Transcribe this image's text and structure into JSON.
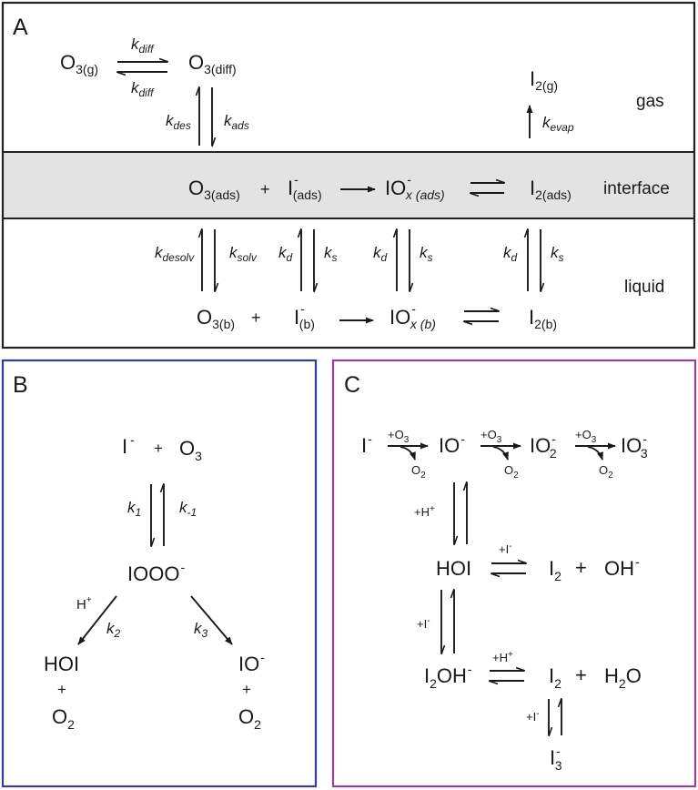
{
  "panels": {
    "A": {
      "letter": "A",
      "phases": {
        "gas": "gas",
        "interface": "interface",
        "liquid": "liquid"
      },
      "colors": {
        "border": "#222222",
        "interface_band": "#e3e3e3"
      },
      "species": {
        "o3_g": {
          "base": "O",
          "sub": "3(g)"
        },
        "o3_diff": {
          "base": "O",
          "sub": "3(diff)"
        },
        "i2_g": {
          "base": "I",
          "sub": "2(g)"
        },
        "o3_ads": {
          "base": "O",
          "sub": "3(ads)"
        },
        "i_ads": {
          "base": "I",
          "sup": "-",
          "sub": "(ads)"
        },
        "iox_ads": {
          "base": "IO",
          "sup": "-",
          "sub": "x (ads)"
        },
        "i2_ads": {
          "base": "I",
          "sub": "2(ads)"
        },
        "o3_b": {
          "base": "O",
          "sub": "3(b)"
        },
        "i_b": {
          "base": "I",
          "sup": "-",
          "sub": "(b)"
        },
        "iox_b": {
          "base": "IO",
          "sup": "-",
          "sub": "x (b)"
        },
        "i2_b": {
          "base": "I",
          "sub": "2(b)"
        }
      },
      "plus": "+",
      "rates": {
        "k_diff_fwd": {
          "base": "k",
          "sub": "diff"
        },
        "k_diff_rev": {
          "base": "k",
          "sub": "diff"
        },
        "k_des": {
          "base": "k",
          "sub": "des"
        },
        "k_ads": {
          "base": "k",
          "sub": "ads"
        },
        "k_evap": {
          "base": "k",
          "sub": "evap"
        },
        "k_desolv": {
          "base": "k",
          "sub": "desolv"
        },
        "k_solv": {
          "base": "k",
          "sub": "solv"
        },
        "k_d1": {
          "base": "k",
          "sub": "d"
        },
        "k_s1": {
          "base": "k",
          "sub": "s"
        },
        "k_d2": {
          "base": "k",
          "sub": "d"
        },
        "k_s2": {
          "base": "k",
          "sub": "s"
        },
        "k_d3": {
          "base": "k",
          "sub": "d"
        },
        "k_s3": {
          "base": "k",
          "sub": "s"
        }
      }
    },
    "B": {
      "letter": "B",
      "colors": {
        "border": "#3b3b8f"
      },
      "species": {
        "iodide": {
          "base": "I",
          "sup": "-"
        },
        "o3": {
          "base": "O",
          "sub": "3"
        },
        "iooo": {
          "base": "IOOO",
          "sup": "-"
        },
        "hoi": {
          "base": "HOI"
        },
        "o2_left": {
          "base": "O",
          "sub": "2"
        },
        "io": {
          "base": "IO",
          "sup": "-"
        },
        "o2_right": {
          "base": "O",
          "sub": "2"
        }
      },
      "plus": "+",
      "h_plus": {
        "base": "H",
        "sup": "+"
      },
      "rates": {
        "k1": {
          "base": "k",
          "sub": "1"
        },
        "k_minus1": {
          "base": "k",
          "sub": "-1"
        },
        "k2": {
          "base": "k",
          "sub": "2"
        },
        "k3": {
          "base": "k",
          "sub": "3"
        }
      }
    },
    "C": {
      "letter": "C",
      "colors": {
        "border": "#9b3f9b"
      },
      "species": {
        "iodide": {
          "base": "I",
          "sup": "-"
        },
        "io": {
          "base": "IO",
          "sup": "-"
        },
        "io2": {
          "base": "IO",
          "sup": "-",
          "sub": "2"
        },
        "io3": {
          "base": "IO",
          "sup": "-",
          "sub": "3"
        },
        "hoi": {
          "base": "HOI"
        },
        "i2_top": {
          "base": "I",
          "sub": "2"
        },
        "oh": {
          "base": "OH",
          "sup": "-"
        },
        "i2oh": {
          "base": "I",
          "sub": "2",
          "tail": "OH",
          "sup": "-"
        },
        "i2_mid": {
          "base": "I",
          "sub": "2"
        },
        "h2o": {
          "base": "H",
          "sub": "2",
          "tail": "O"
        },
        "i3": {
          "base": "I",
          "sup": "-",
          "sub": "3"
        }
      },
      "plus": "+",
      "step_labels": {
        "add_o3_1": {
          "base": "+O",
          "sub": "3"
        },
        "o2_1": {
          "base": "O",
          "sub": "2"
        },
        "add_o3_2": {
          "base": "+O",
          "sub": "3"
        },
        "o2_2": {
          "base": "O",
          "sub": "2"
        },
        "add_o3_3": {
          "base": "+O",
          "sub": "3"
        },
        "o2_3": {
          "base": "O",
          "sub": "2"
        },
        "add_h_1": {
          "base": "+H",
          "sup": "+"
        },
        "add_i_1": {
          "base": "+I",
          "sup": "-"
        },
        "add_i_2": {
          "base": "+I",
          "sup": "-"
        },
        "add_h_2": {
          "base": "+H",
          "sup": "+"
        },
        "add_i_3": {
          "base": "+I",
          "sup": "-"
        }
      }
    }
  }
}
